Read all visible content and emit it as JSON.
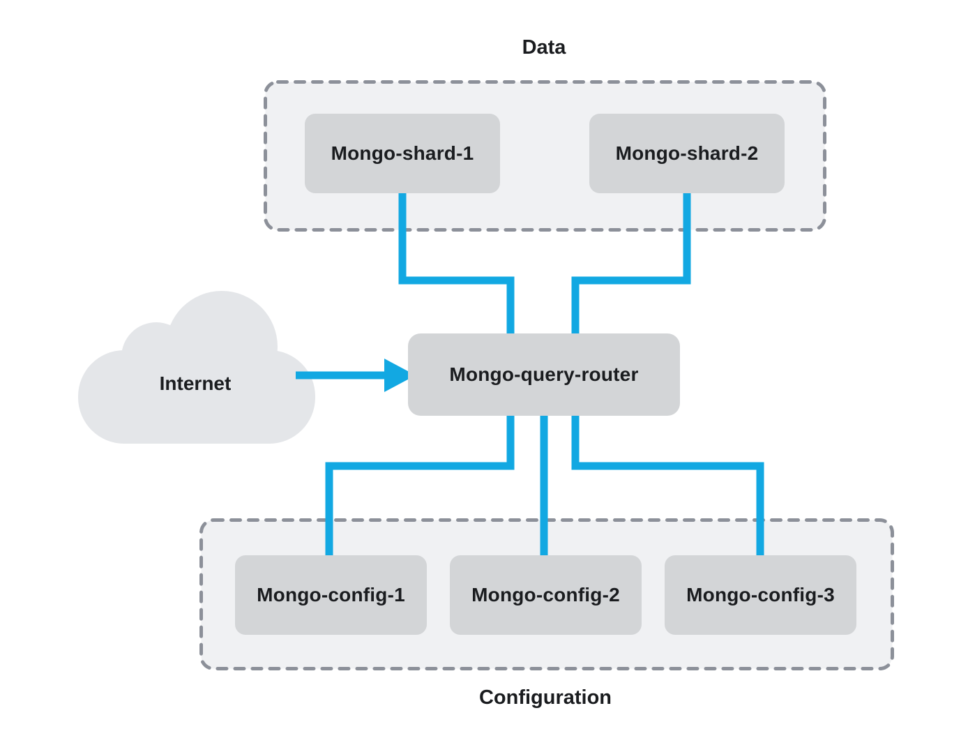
{
  "diagram": {
    "groups": {
      "data": {
        "label": "Data"
      },
      "configuration": {
        "label": "Configuration"
      }
    },
    "cloud": {
      "label": "Internet"
    },
    "nodes": {
      "shard1": {
        "label": "Mongo-shard-1"
      },
      "shard2": {
        "label": "Mongo-shard-2"
      },
      "router": {
        "label": "Mongo-query-router"
      },
      "config1": {
        "label": "Mongo-config-1"
      },
      "config2": {
        "label": "Mongo-config-2"
      },
      "config3": {
        "label": "Mongo-config-3"
      }
    },
    "colors": {
      "connector": "#12a8e2",
      "node_fill": "#d3d5d7",
      "group_fill": "#f0f1f3",
      "group_border": "#8c9099",
      "cloud_fill": "#e4e6e9",
      "text": "#1a1c1f",
      "background": "#ffffff"
    }
  }
}
